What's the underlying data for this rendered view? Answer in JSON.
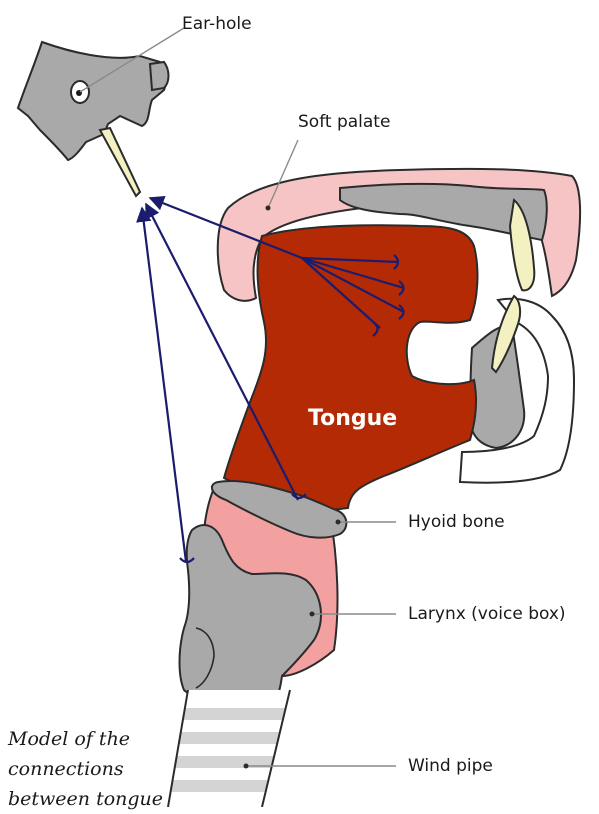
{
  "labels": {
    "ear_hole": "Ear-hole",
    "soft_palate": "Soft palate",
    "tongue": "Tongue",
    "hyoid_bone": "Hyoid bone",
    "larynx": "Larynx (voice box)",
    "wind_pipe": "Wind pipe"
  },
  "caption": {
    "line1": "Model of the",
    "line2": "connections",
    "line3": "between tongue"
  },
  "colors": {
    "bone_gray": "#a9a9a9",
    "tongue_red": "#b32a05",
    "palate_pink": "#f6c4c4",
    "throat_pink": "#f2a0a0",
    "styloid_cream": "#f3f0c2",
    "arrow_navy": "#1c1c6e",
    "outline": "#2b2b2b",
    "leader_gray": "#8a8a8a"
  }
}
